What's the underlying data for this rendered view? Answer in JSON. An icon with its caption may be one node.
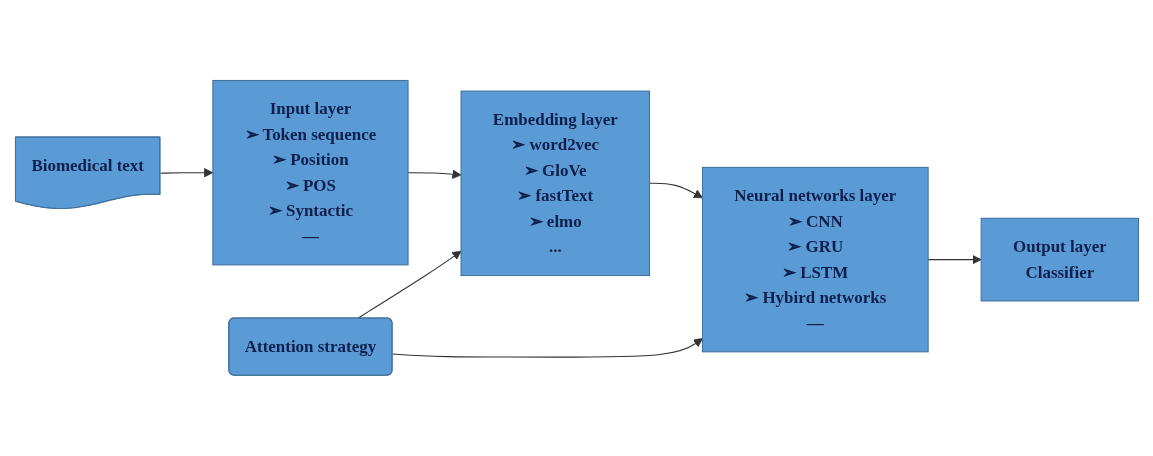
{
  "diagram": {
    "nodes": [
      {
        "text": [
          "Biomedical text"
        ]
      },
      {
        "text": [
          "Input layer",
          "➢ Token sequence",
          "➢ Position",
          "➢ POS",
          "➢ Syntactic",
          "—"
        ]
      },
      {
        "text": [
          "Embedding layer",
          "➢ word2vec",
          "➢ GloVe",
          "➢ fastText",
          "➢ elmo",
          "..."
        ]
      },
      {
        "text": [
          "Neural networks layer",
          "➢ CNN",
          "➢ GRU",
          "➢ LSTM",
          "➢ Hybird networks",
          "—"
        ]
      },
      {
        "text": [
          "Output layer",
          "Classifier"
        ]
      },
      {
        "text": [
          "Attention strategy"
        ]
      }
    ],
    "edges": [
      {
        "from": 0,
        "to": 1,
        "arrow": "to"
      },
      {
        "from": 1,
        "to": 2,
        "arrow": "to"
      },
      {
        "from": 2,
        "to": 3,
        "arrow": "to"
      },
      {
        "from": 3,
        "to": 4,
        "arrow": "to"
      },
      {
        "from": 5,
        "to": 2,
        "arrow": "to"
      },
      {
        "from": 5,
        "to": 3,
        "arrow": "to"
      }
    ]
  }
}
